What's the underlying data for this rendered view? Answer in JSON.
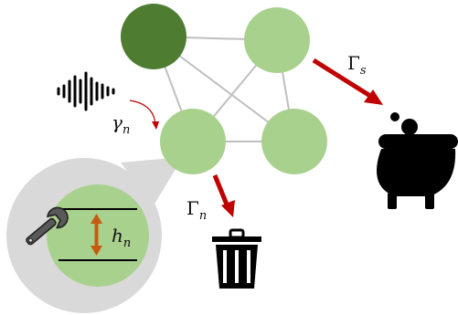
{
  "nodes": [
    {
      "id": "n1",
      "fill": "#4e7d31"
    },
    {
      "id": "n2",
      "fill": "#a9d18e"
    },
    {
      "id": "n3",
      "fill": "#a9d18e"
    },
    {
      "id": "n4",
      "fill": "#a9d18e"
    }
  ],
  "edges": [
    [
      "n1",
      "n2"
    ],
    [
      "n1",
      "n3"
    ],
    [
      "n1",
      "n4"
    ],
    [
      "n2",
      "n3"
    ],
    [
      "n2",
      "n4"
    ],
    [
      "n3",
      "n4"
    ]
  ],
  "labels": {
    "gamma_sym": "γ",
    "gamma_sub": "n",
    "Gamma_n_sym": "Γ",
    "Gamma_n_sub": "n",
    "Gamma_s_sym": "Γ",
    "Gamma_s_sub": "s",
    "h_sym": "h",
    "h_sub": "n"
  },
  "icons": [
    "sound-wave-icon",
    "wrench-icon",
    "trash-can-icon",
    "cauldron-icon"
  ],
  "colors": {
    "node_dark": "#4e7d31",
    "node_light": "#a9d18e",
    "edge": "#bfbfbf",
    "loss_arrow": "#c00000",
    "level_arrow": "#c55a11",
    "bubble": "#d9d9d9",
    "icon": "#000000"
  }
}
